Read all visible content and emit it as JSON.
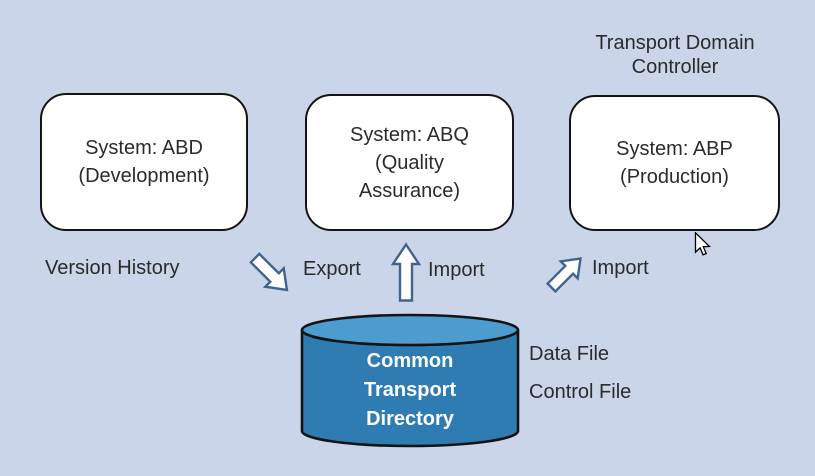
{
  "figure": {
    "caption_lines": [
      "Transport Domain",
      "Controller"
    ]
  },
  "systems": [
    {
      "id": "abd",
      "lines": [
        "System: ABD",
        "(Development)"
      ]
    },
    {
      "id": "abq",
      "lines": [
        "System: ABQ",
        "(Quality",
        "Assurance)"
      ]
    },
    {
      "id": "abp",
      "lines": [
        "System: ABP",
        "(Production)"
      ]
    }
  ],
  "labels": {
    "version_history": "Version History",
    "export": "Export",
    "import_qa": "Import",
    "import_prod": "Import",
    "data_file": "Data File",
    "control_file": "Control File"
  },
  "cylinder": {
    "lines": [
      "Common",
      "Transport",
      "Directory"
    ]
  },
  "palette": {
    "background": "#cbd5ea",
    "box_fill": "#ffffff",
    "box_border": "#141414",
    "arrow_fill": "#ffffff",
    "arrow_stroke": "#41648f",
    "cylinder_body": "#2f7cb2",
    "cylinder_top": "#4c9ccf",
    "cylinder_border": "#141414",
    "text": "#2b2b2b",
    "cylinder_text": "#ffffff"
  }
}
